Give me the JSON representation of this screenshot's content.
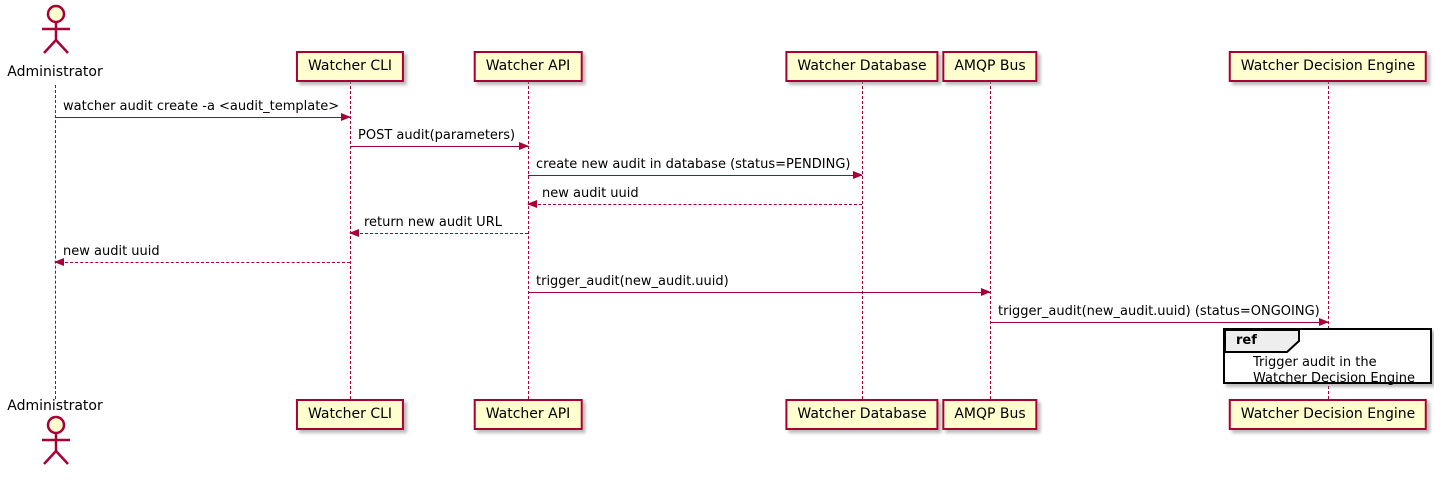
{
  "diagram": {
    "type": "sequence",
    "actor": {
      "name": "Administrator"
    },
    "participants": [
      {
        "name": "Watcher CLI"
      },
      {
        "name": "Watcher API"
      },
      {
        "name": "Watcher Database"
      },
      {
        "name": "AMQP Bus"
      },
      {
        "name": "Watcher Decision Engine"
      }
    ],
    "messages": [
      {
        "from": "Administrator",
        "to": "Watcher CLI",
        "label": "watcher audit create -a <audit_template>",
        "style": "solid"
      },
      {
        "from": "Watcher CLI",
        "to": "Watcher API",
        "label": "POST audit(parameters)",
        "style": "solid"
      },
      {
        "from": "Watcher API",
        "to": "Watcher Database",
        "label": "create new audit in database (status=PENDING)",
        "style": "solid"
      },
      {
        "from": "Watcher Database",
        "to": "Watcher API",
        "label": "new audit uuid",
        "style": "dashed"
      },
      {
        "from": "Watcher API",
        "to": "Watcher CLI",
        "label": "return new audit URL",
        "style": "dashed"
      },
      {
        "from": "Watcher CLI",
        "to": "Administrator",
        "label": "new audit uuid",
        "style": "dashed"
      },
      {
        "from": "Watcher API",
        "to": "AMQP Bus",
        "label": "trigger_audit(new_audit.uuid)",
        "style": "solid"
      },
      {
        "from": "AMQP Bus",
        "to": "Watcher Decision Engine",
        "label": "trigger_audit(new_audit.uuid) (status=ONGOING)",
        "style": "solid"
      }
    ],
    "ref": {
      "keyword": "ref",
      "lines": [
        "Trigger audit in the",
        "Watcher Decision Engine"
      ]
    },
    "colors": {
      "participant_fill": "#FEFECE",
      "participant_border": "#A80036",
      "line": "#A80036",
      "text": "#000000",
      "ref_tab_fill": "#EEEEEE",
      "ref_border": "#000000"
    }
  }
}
